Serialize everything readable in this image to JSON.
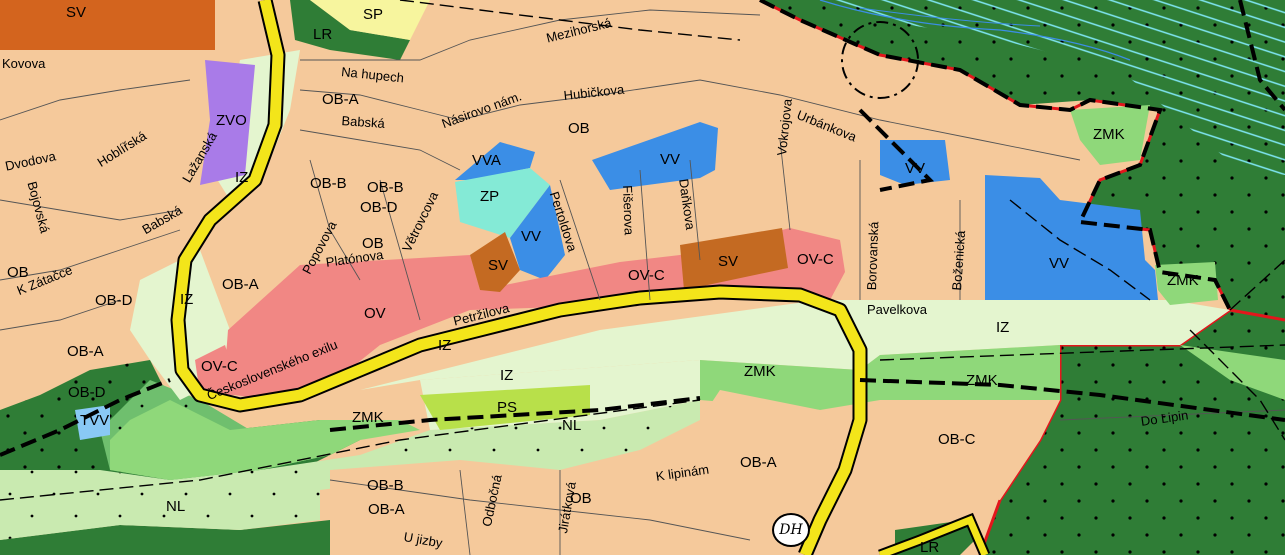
{
  "map": {
    "zone_labels": [
      "SV",
      "SP",
      "OB-A",
      "ZVO",
      "OB",
      "VVA",
      "VV",
      "VV",
      "ZP",
      "OB-B",
      "OB-B",
      "OB-D",
      "OB",
      "VV",
      "SV",
      "OV-C",
      "SV",
      "OV-C",
      "VV",
      "ZMK",
      "ZMK",
      "IZ",
      "OB",
      "OB-D",
      "IZ",
      "OB-A",
      "OV",
      "IZ",
      "OV-C",
      "IZ",
      "OB-A",
      "OB-D",
      "TVV",
      "ZMK",
      "PS",
      "NL",
      "ZMK",
      "ZMK",
      "IZ",
      "OB-C",
      "OB-A",
      "OB",
      "OB-B",
      "OB-A",
      "NL",
      "LR",
      "LR"
    ],
    "street_labels": [
      "Mezihorská",
      "Na hupech",
      "Hubičkova",
      "Babská",
      "Násirovo nám.",
      "Urbánkova",
      "Hoblířská",
      "Bojovská",
      "Babská",
      "Lažanská",
      "Popovova",
      "Větrovcova",
      "Platónova",
      "Pertoldova",
      "Fišerova",
      "Daňkova",
      "Vokrojova",
      "Borovanská",
      "Boženická",
      "Petržilova",
      "Pavelkova",
      "Československého exilu",
      "Do Lipin",
      "K lipinám",
      "K Zátačce",
      "U jizby",
      "Odbočná",
      "Jirátková",
      "Kovova",
      "Dvodova"
    ],
    "marker": "DH",
    "colors": {
      "residential": "#f5c99b",
      "commercial": "#f18784",
      "brown": "#c46a22",
      "orange": "#d3641e",
      "water_blue": "#3b8ee6",
      "forest": "#2f7d36",
      "light_green": "#c9eab0",
      "meadow": "#8fd87a",
      "road_yellow": "#f3e51a",
      "purple": "#a97be8",
      "cyan": "#84ead6",
      "boundary_red": "#e3161c"
    }
  }
}
